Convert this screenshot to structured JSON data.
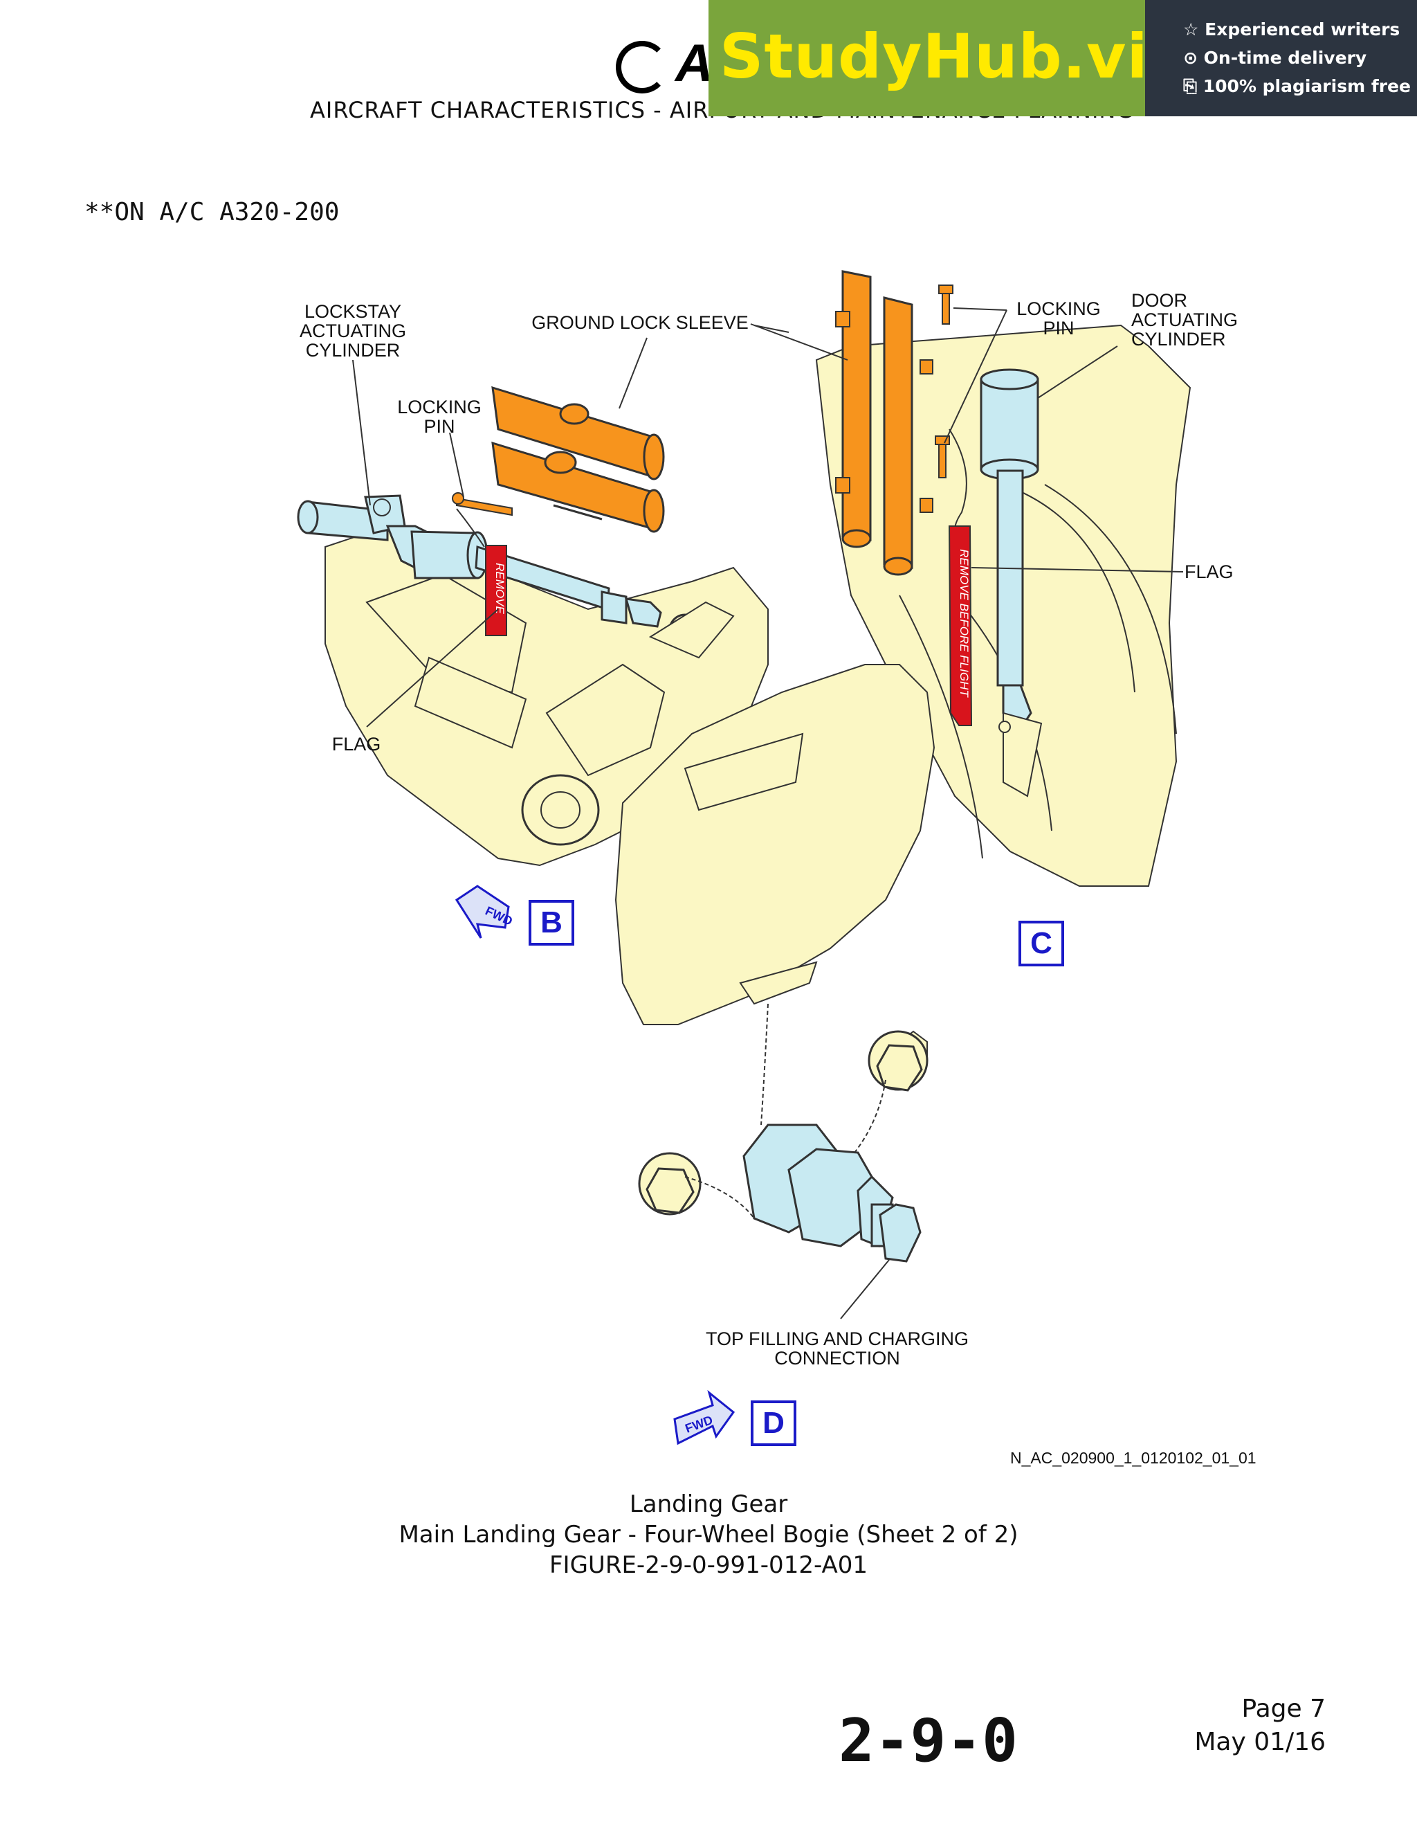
{
  "header": {
    "logo_text": "A",
    "subtitle": "AIRCRAFT CHARACTERISTICS - AIRPORT AND MAINTENANCE PLANNING"
  },
  "banner": {
    "brand": "StudyHub.vip",
    "features": [
      "☆ Experienced writers",
      "⊙ On-time delivery",
      "⎘ 100% plagiarism free"
    ],
    "green": "#7aa53c",
    "dark": "#2c3440",
    "brand_color": "#ffea00"
  },
  "applicability": "**ON A/C A320-200",
  "view_b": {
    "labels": {
      "lockstay": "LOCKSTAY\nACTUATING\nCYLINDER",
      "sleeve": "GROUND LOCK SLEEVE",
      "pin": "LOCKING\nPIN",
      "flag": "FLAG",
      "flag_text": "REMOVE"
    },
    "fwd": "FWD",
    "letter": "B"
  },
  "view_c": {
    "labels": {
      "pin": "LOCKING\nPIN",
      "door": "DOOR\nACTUATING\nCYLINDER",
      "flag": "FLAG",
      "flag_text": "REMOVE BEFORE FLIGHT"
    },
    "letter": "C"
  },
  "view_d": {
    "labels": {
      "conn": "TOP FILLING AND CHARGING\nCONNECTION"
    },
    "fwd": "FWD",
    "letter": "D"
  },
  "colors": {
    "structure": "#fbf7c4",
    "orange": "#f7941d",
    "blue_part": "#c8eaf2",
    "flag_red": "#d8141c",
    "view_letter": "#1a1ac8"
  },
  "reference": "N_AC_020900_1_0120102_01_01",
  "caption": {
    "line1": "Landing Gear",
    "line2": "Main Landing Gear - Four-Wheel Bogie (Sheet 2 of 2)",
    "line3": "FIGURE-2-9-0-991-012-A01"
  },
  "footer": {
    "chapter": "2-9-0",
    "page": "Page 7",
    "date": "May 01/16"
  }
}
